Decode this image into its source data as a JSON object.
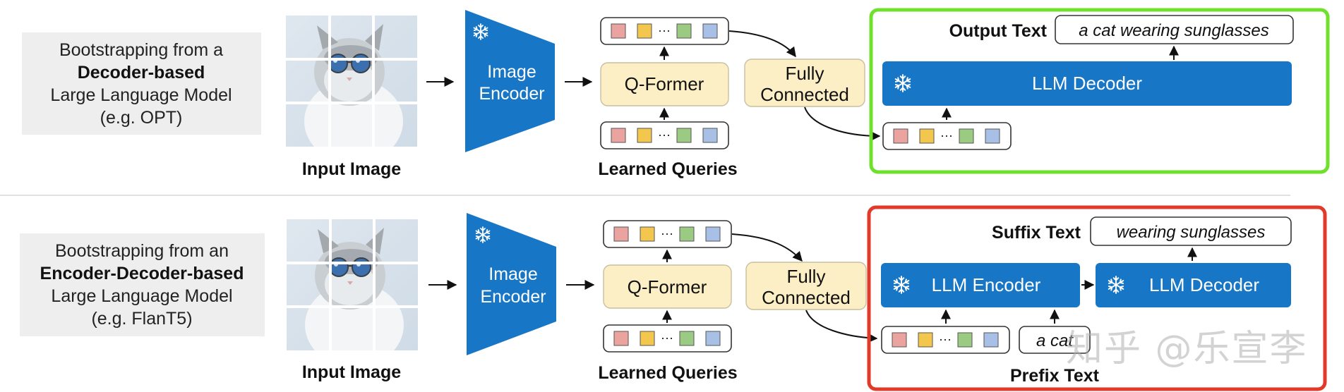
{
  "colors": {
    "encoder_blue": "#1876c6",
    "qformer_fill": "#fcefc5",
    "text_gray_box": "#eeeeee",
    "green_frame": "#6fe02c",
    "red_frame": "#e23a2a",
    "token_colors": [
      "#eaa39e",
      "#f3c64e",
      "#9bcb82",
      "#a8c0e6"
    ]
  },
  "icons": [
    "snowflake-icon",
    "cat-with-sunglasses-image"
  ],
  "top": {
    "desc_line1": "Bootstrapping from a",
    "desc_line2": "Decoder-based",
    "desc_line3": "Large Language Model",
    "desc_line4": "(e.g. OPT)",
    "input_image_label": "Input Image",
    "image_encoder_line1": "Image",
    "image_encoder_line2": "Encoder",
    "qformer_label": "Q-Former",
    "learned_queries_label": "Learned Queries",
    "fc_line1": "Fully",
    "fc_line2": "Connected",
    "output_text_label": "Output Text",
    "output_text_value": "a cat wearing sunglasses",
    "llm_decoder_label": "LLM Decoder",
    "ellipsis": "···"
  },
  "bottom": {
    "desc_line1": "Bootstrapping from an",
    "desc_line2": "Encoder-Decoder-based",
    "desc_line3": "Large Language Model",
    "desc_line4": "(e.g. FlanT5)",
    "input_image_label": "Input Image",
    "image_encoder_line1": "Image",
    "image_encoder_line2": "Encoder",
    "qformer_label": "Q-Former",
    "learned_queries_label": "Learned Queries",
    "fc_line1": "Fully",
    "fc_line2": "Connected",
    "suffix_text_label": "Suffix Text",
    "suffix_text_value": "wearing sunglasses",
    "llm_encoder_label": "LLM Encoder",
    "llm_decoder_label": "LLM Decoder",
    "prefix_text_value": "a cat",
    "prefix_text_label": "Prefix Text",
    "ellipsis": "···"
  },
  "watermark": "知乎 @乐宣李"
}
